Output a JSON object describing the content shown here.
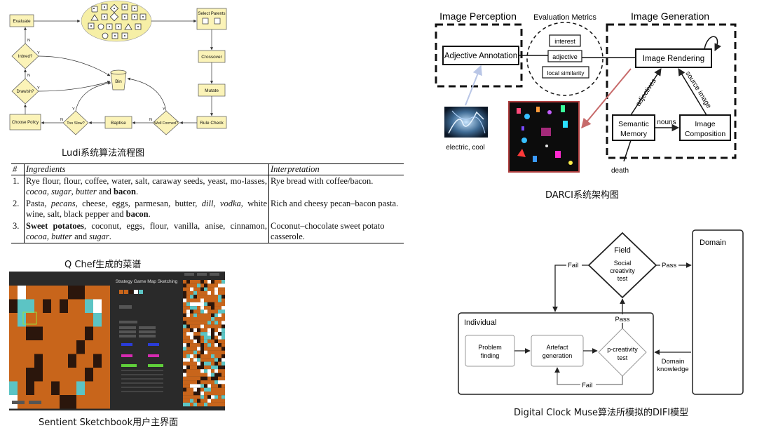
{
  "ludi": {
    "nodes": {
      "evaluate": "Evaluate",
      "select_parents": "Select Parents",
      "crossover": "Crossover",
      "mutate": "Mutate",
      "rule_check": "Rule Check",
      "inbred": "Inbred?",
      "drawish": "Drawish?",
      "bin": "Bin",
      "too_slow": "Too Slow?",
      "baptise": "Baptise",
      "well_formed": "Well Formed?",
      "choose_policy": "Choose Policy"
    },
    "edge_labels": {
      "n1": "N",
      "y1": "Y",
      "n2": "N",
      "y2": "Y",
      "y3": "Y",
      "n3": "N",
      "y4": "Y",
      "n4": "N"
    },
    "caption": "Ludi系统算法流程图"
  },
  "qchef": {
    "headers": {
      "num": "#",
      "ingredients": "Ingredients",
      "interpretation": "Interpretation"
    },
    "rows": [
      {
        "num": "1.",
        "a": "Rye flour, flour, coffee, water, salt, caraway seeds, yeast, mo-lasses, ",
        "b": "cocoa",
        "c": ", ",
        "d": "sugar",
        "e": ", ",
        "f": "butter",
        "g": " and ",
        "h": "bacon",
        "i": ".",
        "interp": "Rye bread with coffee/bacon."
      },
      {
        "num": "2.",
        "a": "Pasta, ",
        "b": "pecans",
        "c": ", cheese, eggs, parmesan, butter, ",
        "d": "dill",
        "e": ", ",
        "f": "vodka",
        "g": ", white wine, salt, black pepper and ",
        "h": "bacon",
        "i": ".",
        "interp": "Rich and cheesy pecan–bacon pasta."
      },
      {
        "num": "3.",
        "a": "Sweet potatoes",
        "b": ", coconut, eggs, flour, vanilla, anise, cinnamon, ",
        "c": "cocoa",
        "d": ", ",
        "e": "butter",
        "f": " and ",
        "g": "sugar",
        "h": ".",
        "interp": "Coconut–chocolate sweet potato casserole."
      }
    ],
    "caption": "Q Chef生成的菜谱"
  },
  "sketchbook": {
    "title": "Strategy Game Map Sketching",
    "caption": "Sentient Sketchbook用户主界面",
    "colors": {
      "orange": "#c8651b",
      "dark": "#2b160c",
      "cyan": "#5cc4c4",
      "white": "#ffffff"
    }
  },
  "darci": {
    "sections": {
      "perception": "Image Perception",
      "metrics": "Evaluation Metrics",
      "generation": "Image Generation"
    },
    "nodes": {
      "adjective_annotation": "Adjective Annotation",
      "interest": "interest",
      "adjective": "adjective",
      "local_similarity": "local similarity",
      "image_rendering": "Image Rendering",
      "semantic_memory_1": "Semantic",
      "semantic_memory_2": "Memory",
      "image_composition_1": "Image",
      "image_composition_2": "Composition"
    },
    "edge_labels": {
      "adjectives": "adjectives",
      "source_image": "source image",
      "nouns": "nouns"
    },
    "labels": {
      "electric_cool": "electric, cool",
      "death": "death"
    },
    "caption": "DARCI系统架构图"
  },
  "difi": {
    "field_1": "Field",
    "field_2": "Social",
    "field_3": "creativity",
    "field_4": "test",
    "domain": "Domain",
    "individual": "Individual",
    "problem_1": "Problem",
    "problem_2": "finding",
    "artefact_1": "Artefact",
    "artefact_2": "generation",
    "pc_1": "p-creativity",
    "pc_2": "test",
    "fail_left": "Fail",
    "pass_right": "Pass",
    "pass_up": "Pass",
    "fail_bottom": "Fail",
    "domain_knowledge_1": "Domain",
    "domain_knowledge_2": "knowledge",
    "caption": "Digital Clock Muse算法所模拟的DIFI模型"
  }
}
